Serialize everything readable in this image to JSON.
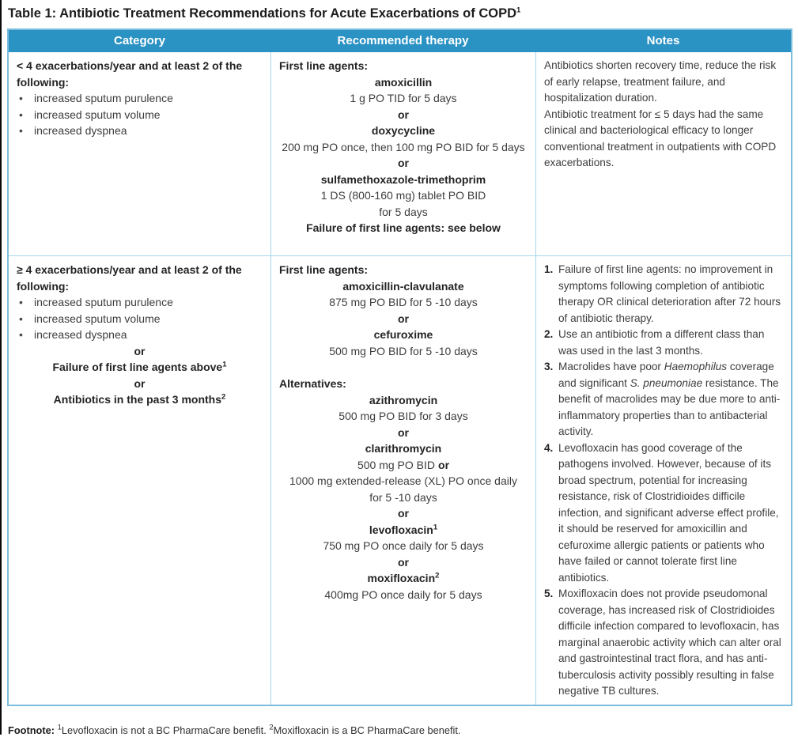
{
  "title": {
    "text": "Table 1: Antibiotic Treatment Recommendations for Acute Exacerbations of COPD",
    "sup": "1"
  },
  "colors": {
    "header_bg": "#2B92C4",
    "grid_border": "#A5D5EE",
    "outer_border": "#7DBEDE",
    "header_text": "#FFFFFF"
  },
  "table": {
    "headers": [
      "Category",
      "Recommended therapy",
      "Notes"
    ],
    "row1": {
      "category": {
        "heading": "< 4 exacerbations/year and at least 2 of the following:",
        "bullets": [
          "increased sputum purulence",
          "increased sputum volume",
          "increased dyspnea"
        ]
      },
      "therapy": {
        "group_label": "First line agents:",
        "drug1": "amoxicillin",
        "dose1": "1 g PO TID for 5 days",
        "or1": "or",
        "drug2": "doxycycline",
        "dose2": "200 mg PO once, then 100 mg PO BID for 5 days",
        "or2": "or",
        "drug3": "sulfamethoxazole-trimethoprim",
        "dose3a": "1 DS (800-160 mg) tablet PO BID",
        "dose3b": "for 5 days",
        "failure": "Failure of first line agents: see below"
      },
      "notes": {
        "para1": "Antibiotics shorten recovery time, reduce the risk of early relapse, treatment failure, and hospitalization duration.",
        "para2": "Antibiotic treatment for ≤ 5 days had the same clinical and bacteriological efficacy to longer conventional treatment in outpatients with COPD exacerbations."
      }
    },
    "row2": {
      "category": {
        "heading": "≥ 4 exacerbations/year and at least 2 of the following:",
        "bullets": [
          "increased sputum purulence",
          "increased sputum volume",
          "increased dyspnea"
        ],
        "or1": "or",
        "failure_text": "Failure of first line agents above",
        "failure_sup": "1",
        "or2": "or",
        "recent_abx_text": "Antibiotics in the past 3 months",
        "recent_abx_sup": "2"
      },
      "therapy": {
        "group1_label": "First line agents:",
        "drug1": "amoxicillin-clavulanate",
        "dose1": "875 mg PO BID for 5 -10 days",
        "or1": "or",
        "drug2": "cefuroxime",
        "dose2": "500 mg PO BID for 5 -10 days",
        "group2_label": "Alternatives:",
        "drug3": "azithromycin",
        "dose3": "500 mg PO BID for 3 days",
        "or2": "or",
        "drug4": "clarithromycin",
        "dose4a": "500 mg PO BID",
        "dose4a_or": "or",
        "dose4b": "1000 mg extended-release (XL) PO once daily",
        "dose4c": "for 5 -10 days",
        "or3": "or",
        "drug5": "levofloxacin",
        "drug5_sup": "1",
        "dose5": "750 mg PO once daily for 5 days",
        "or4": "or",
        "drug6": "moxifloxacin",
        "drug6_sup": "2",
        "dose6": "400mg PO once daily for 5 days"
      },
      "notes": {
        "items": [
          {
            "num": "1.",
            "text": "Failure of first line agents: no improvement in symptoms following completion of antibiotic therapy OR clinical deterioration after 72 hours of antibiotic therapy."
          },
          {
            "num": "2.",
            "text": "Use an antibiotic from a different class than was used in the last 3 months."
          },
          {
            "num": "3.",
            "t1": "Macrolides have poor ",
            "i1": "Haemophilus",
            "t2": " coverage and significant ",
            "i2": "S. pneumoniae",
            "t3": " resistance. The benefit of macrolides may be due more to anti-inflammatory properties than to antibacterial activity."
          },
          {
            "num": "4.",
            "text": "Levofloxacin has good coverage of the pathogens involved. However, because of its broad spectrum, potential for increasing resistance, risk of Clostridioides difficile infection, and significant adverse effect profile, it should be reserved for amoxicillin and cefuroxime allergic patients or patients who have failed or cannot tolerate first line antibiotics."
          },
          {
            "num": "5.",
            "text": "Moxifloxacin does not provide pseudomonal coverage, has increased risk of Clostridioides difficile infection compared to levofloxacin, has marginal anaerobic activity which can alter oral and gastrointestinal tract flora, and has anti-tuberculosis activity possibly resulting in false negative TB cultures."
          }
        ]
      }
    }
  },
  "footnote": {
    "label": "Footnote:",
    "sup1": "1",
    "text1": "Levofloxacin is not a BC PharmaCare benefit. ",
    "sup2": "2",
    "text2": "Moxifloxacin is a BC PharmaCare benefit."
  }
}
